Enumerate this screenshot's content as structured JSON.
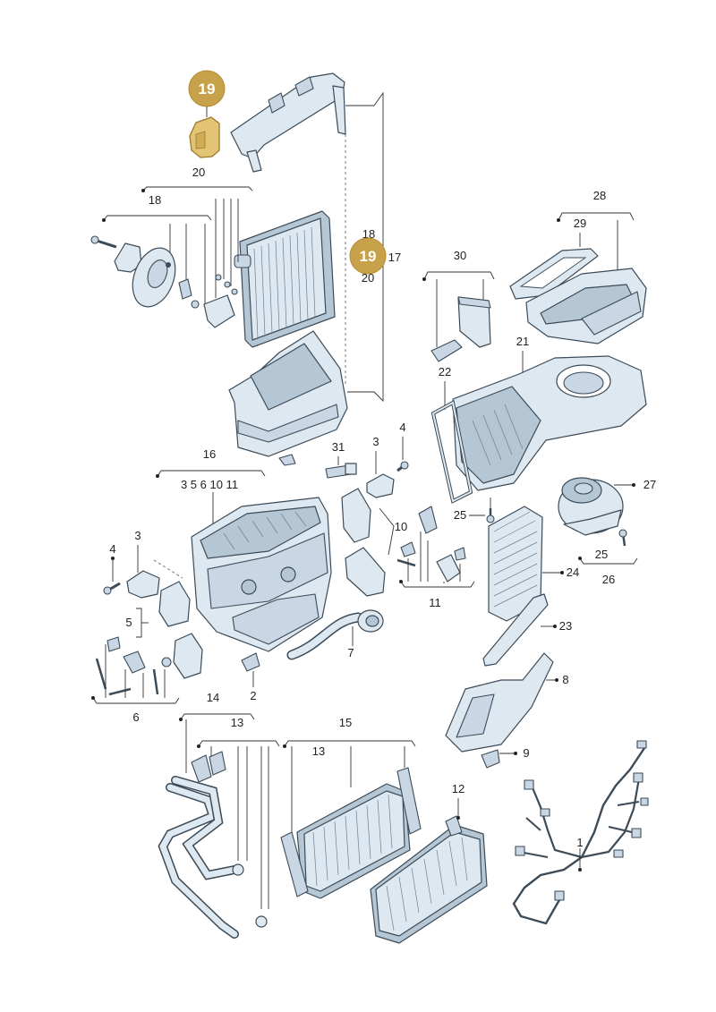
{
  "highlight": {
    "part_number": "19",
    "color": "#c8a24a"
  },
  "labels": {
    "l20_top": "20",
    "l18_left": "18",
    "l18_right": "18",
    "l17": "17",
    "l20_right": "20",
    "l28": "28",
    "l29": "29",
    "l30": "30",
    "l21": "21",
    "l22": "22",
    "l16": "16",
    "l16_sub": "3  5  6   10  11",
    "l31": "31",
    "l3_mid": "3",
    "l4_mid": "4",
    "l10": "10",
    "l11": "11",
    "l25_left": "25",
    "l27": "27",
    "l24": "24",
    "l25_right": "25",
    "l26": "26",
    "l4_left": "4",
    "l3_left": "3",
    "l5": "5",
    "l7": "7",
    "l2": "2",
    "l6": "6",
    "l23": "23",
    "l8": "8",
    "l14": "14",
    "l13_a": "13",
    "l15": "15",
    "l13_b": "13",
    "l9": "9",
    "l12": "12",
    "l1": "1"
  },
  "icons": {
    "marker": "dot-marker"
  }
}
